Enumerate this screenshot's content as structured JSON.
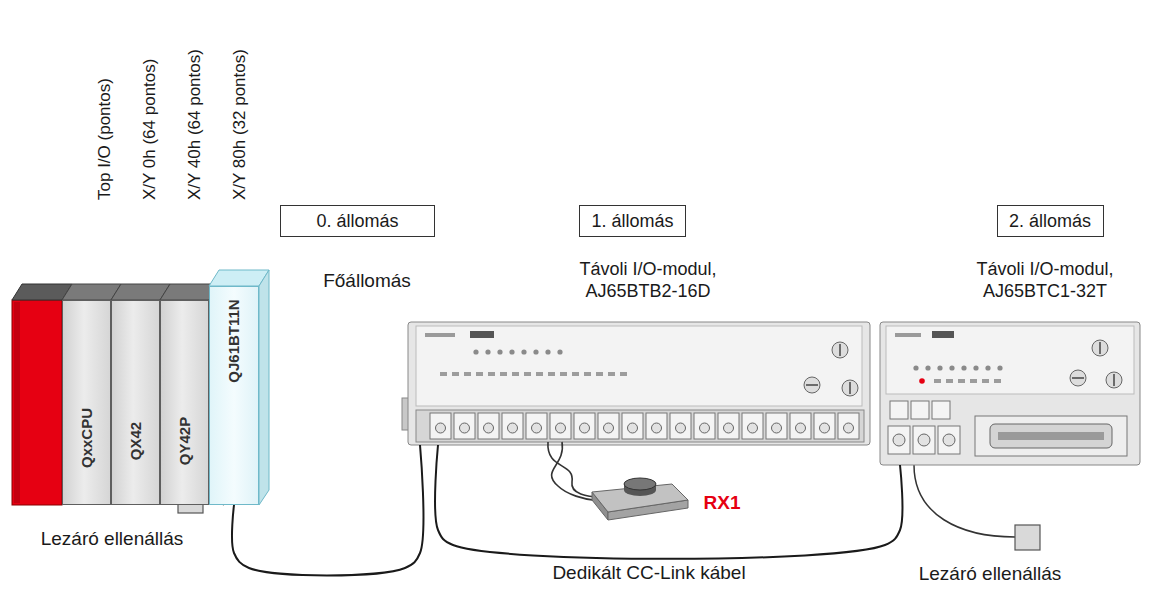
{
  "diagram": {
    "nodes": [
      {
        "text": [
          "QxxCPU"
        ]
      },
      {
        "text": [
          "QX42"
        ]
      },
      {
        "text": [
          "QY42P"
        ]
      },
      {
        "text": [
          "QJ61BT11N"
        ]
      },
      {
        "text": [
          "0. állomás"
        ]
      },
      {
        "text": [
          "1. állomás"
        ]
      },
      {
        "text": [
          "Távoli I/O-modul, AJ65BTB2-16D"
        ]
      },
      {
        "text": [
          "2. állomás"
        ]
      },
      {
        "text": [
          "Távoli I/O-modul, AJ65BTC1-32T"
        ]
      }
    ],
    "edges": [
      {
        "from": 3,
        "to": 6,
        "arrow": "none"
      },
      {
        "from": 6,
        "to": 8,
        "arrow": "none",
        "label": "Dedikált CC-Link kábel"
      }
    ],
    "labels": [
      "Top I/O (pontos)",
      "X/Y 0h (64 pontos)",
      "X/Y 40h (64 pontos)",
      "X/Y 80h (32 pontos)",
      "Főállomás",
      "RX1",
      "Lezáró ellenállás",
      "Lezáró ellenállás"
    ]
  }
}
